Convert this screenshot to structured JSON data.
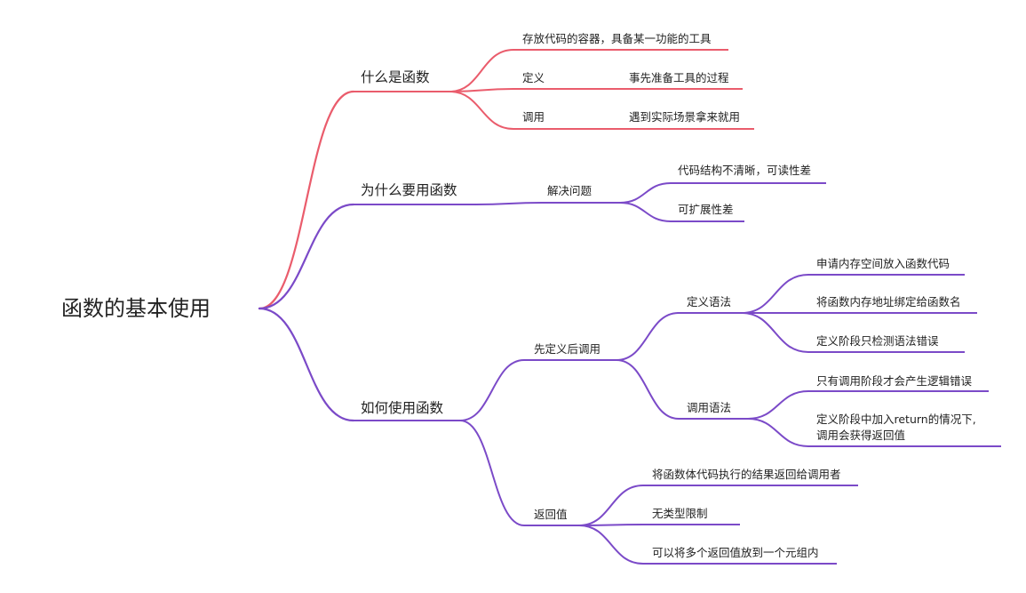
{
  "colors": {
    "branch_red": "#ea5c6c",
    "branch_purple": "#7b4ac8",
    "text": "#222222",
    "background": "#ffffff"
  },
  "mindmap": {
    "root": "函数的基本使用",
    "what": {
      "label": "什么是函数",
      "container": "存放代码的容器，具备某一功能的工具",
      "define": {
        "label": "定义",
        "detail": "事先准备工具的过程"
      },
      "call": {
        "label": "调用",
        "detail": "遇到实际场景拿来就用"
      }
    },
    "why": {
      "label": "为什么要用函数",
      "solve": {
        "label": "解决问题",
        "items": [
          "代码结构不清晰，可读性差",
          "可扩展性差"
        ]
      }
    },
    "how": {
      "label": "如何使用函数",
      "define_first": {
        "label": "先定义后调用",
        "define_syntax": {
          "label": "定义语法",
          "items": [
            "申请内存空间放入函数代码",
            "将函数内存地址绑定给函数名",
            "定义阶段只检测语法错误"
          ]
        },
        "call_syntax": {
          "label": "调用语法",
          "items": [
            "只有调用阶段才会产生逻辑错误",
            "定义阶段中加入return的情况下,\n调用会获得返回值"
          ]
        }
      },
      "return_value": {
        "label": "返回值",
        "items": [
          "将函数体代码执行的结果返回给调用者",
          "无类型限制",
          "可以将多个返回值放到一个元组内"
        ]
      }
    }
  }
}
